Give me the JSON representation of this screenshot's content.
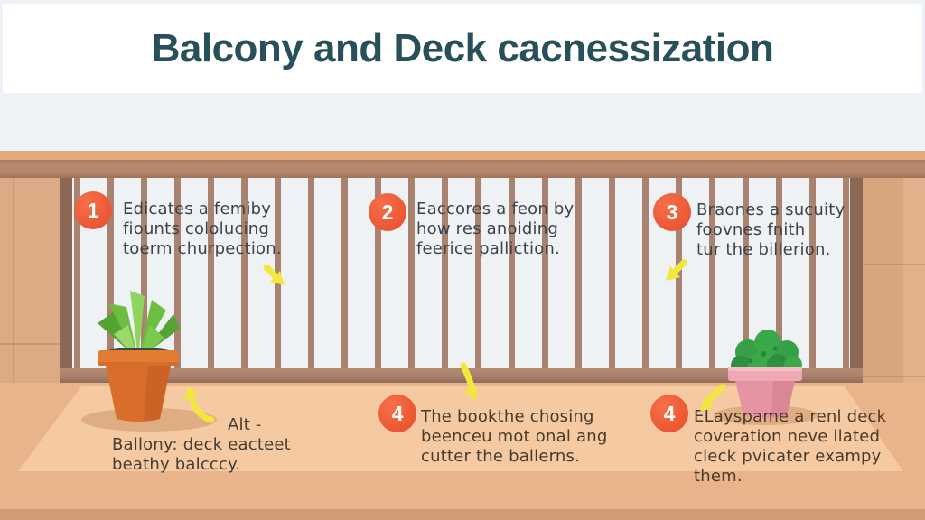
{
  "title": "Balcony and Deck cacnessization",
  "steps": [
    {
      "number": "1",
      "lines": [
        "Edicates a femiby",
        "fiounts cololucing",
        "toerm churpection."
      ]
    },
    {
      "number": "2",
      "lines": [
        "Eaccores a feon by",
        "how res anoiding",
        "feerice palliction."
      ]
    },
    {
      "number": "3",
      "lines": [
        "Braones a sucuity",
        "foovnes fnith",
        "tur the billerion."
      ]
    },
    {
      "number": "4",
      "lines": [
        "The bookthe chosing",
        "beenceu mot onal ang",
        "cutter the ballerns."
      ]
    },
    {
      "number": "4",
      "lines": [
        "ELayspame a renl deck",
        "coveration neve llated",
        "cleck pvicater exampy",
        "them."
      ]
    }
  ],
  "caption": {
    "label": "Alt -",
    "lines": [
      "Ballony: deck eacteet",
      "beathy balcccy."
    ]
  },
  "colors": {
    "accent_orange": "#ee5a35",
    "title_teal": "#27505a",
    "arrow_yellow": "#f2e83d",
    "rail_wood": "#b5846a",
    "baluster_wood": "#aa8270",
    "wall_tan": "#dcab85",
    "deck_peach": "#e9b48c",
    "mat_peach": "#f5c9a1",
    "railing_background": "#eef2f5",
    "terracotta_pot": "#d96d2a",
    "pink_pot": "#e494a3",
    "leaf_green": "#6dbd41"
  }
}
